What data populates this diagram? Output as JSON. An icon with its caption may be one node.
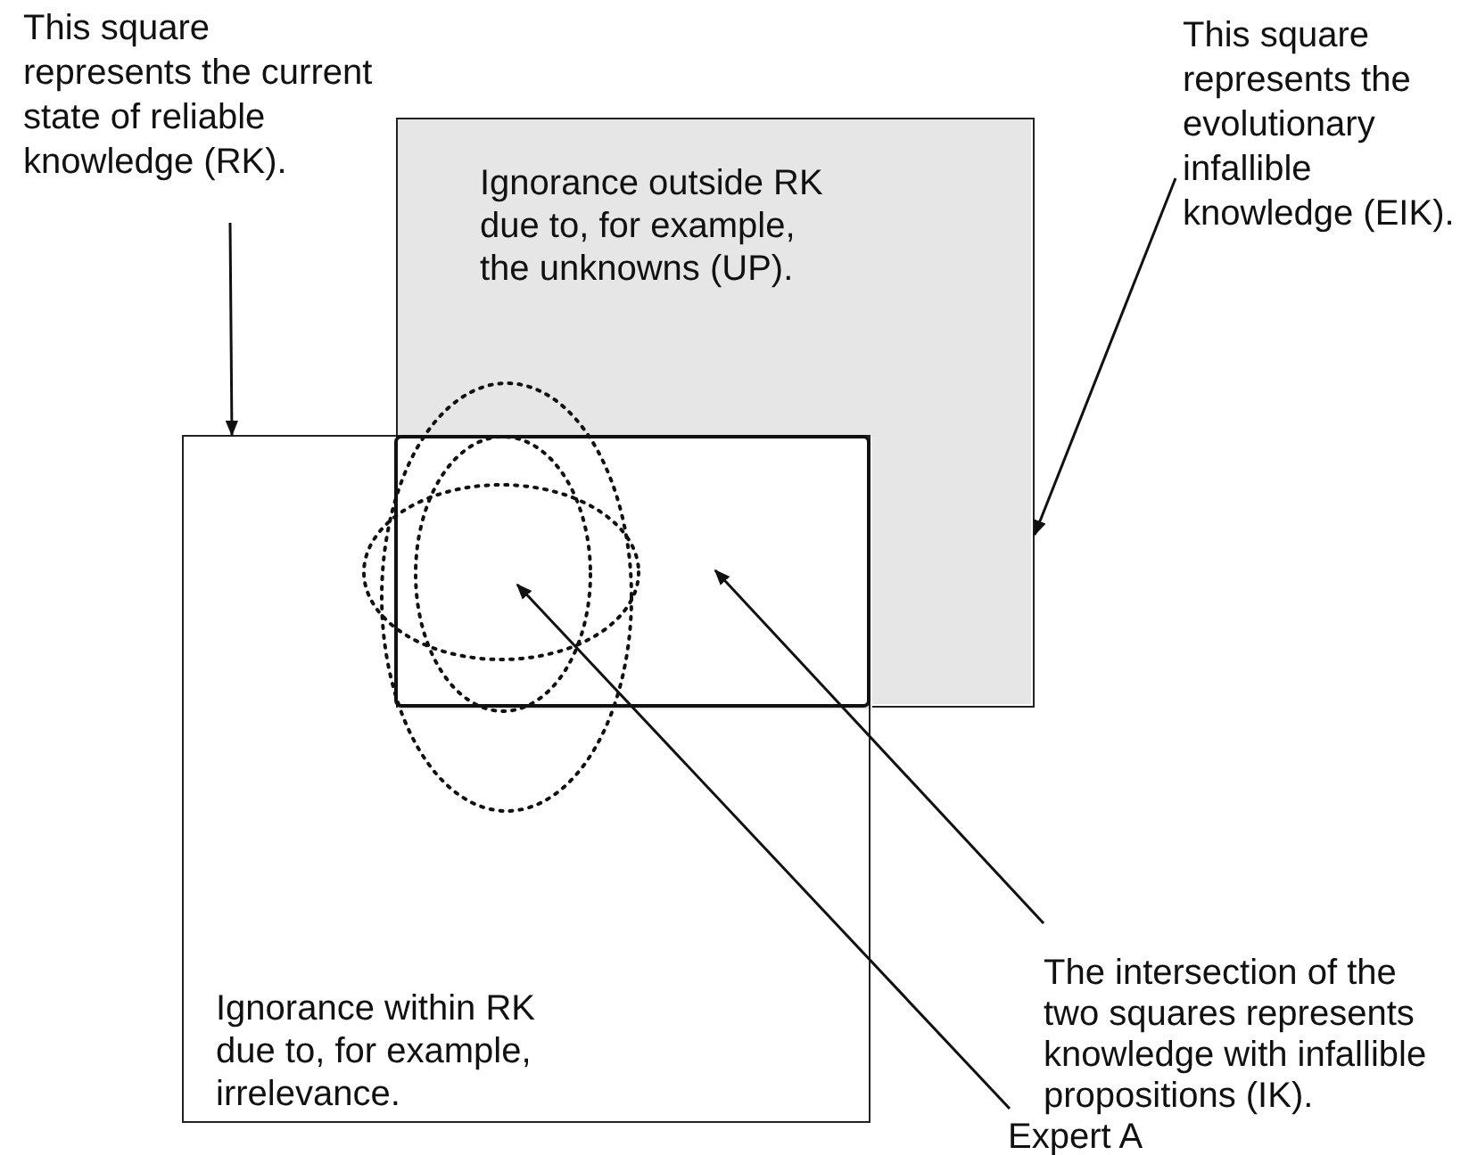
{
  "diagram": {
    "nodes": [
      {
        "text": [
          "This square represents the current state of reliable knowledge (RK)."
        ]
      },
      {
        "text": [
          "This square represents the evolutionary infallible knowledge (EIK)."
        ]
      },
      {
        "text": [
          "Ignorance outside RK due to, for example, the unknowns (UP)."
        ]
      },
      {
        "text": [
          "Ignorance within RK due to, for example, irrelevance."
        ]
      },
      {
        "text": [],
        "shape": "box"
      },
      {
        "text": [
          "The intersection of the two squares represents knowledge with infallible propositions (IK)."
        ]
      },
      {
        "text": [
          "Expert A"
        ]
      },
      {
        "text": [],
        "shape": "ellipse"
      }
    ],
    "edges": [
      {
        "from": 0,
        "to": 3,
        "arrow": "to"
      },
      {
        "from": 1,
        "to": 2,
        "arrow": "to"
      },
      {
        "from": 5,
        "to": 4,
        "arrow": "to"
      },
      {
        "from": 6,
        "to": 7,
        "arrow": "to"
      }
    ]
  }
}
